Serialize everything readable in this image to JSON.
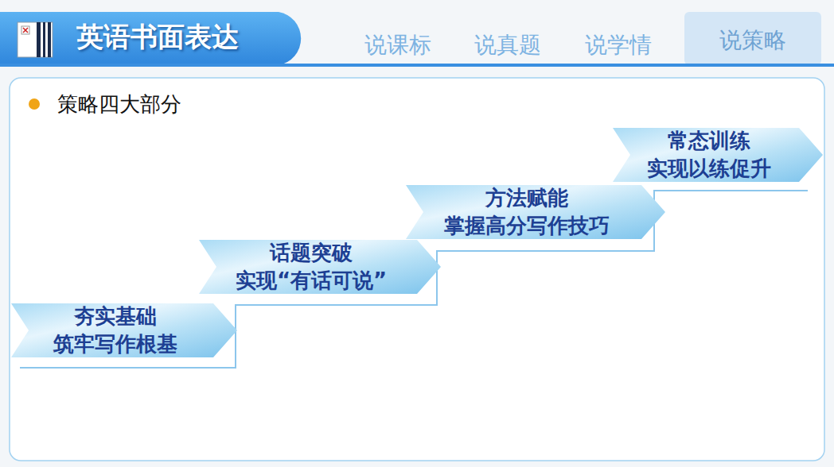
{
  "diagram": {
    "title": "英语书面表达",
    "nodes": [
      {
        "text": [
          "夯实基础",
          "筑牢写作根基"
        ]
      },
      {
        "text": [
          "话题突破",
          "实现“有话可说”"
        ]
      },
      {
        "text": [
          "方法赋能",
          "掌握高分写作技巧"
        ]
      },
      {
        "text": [
          "常态训练",
          "实现以练促升"
        ]
      }
    ],
    "labels": [
      "说课标",
      "说真题",
      "说学情",
      "说策略",
      "策略四大部分"
    ]
  }
}
